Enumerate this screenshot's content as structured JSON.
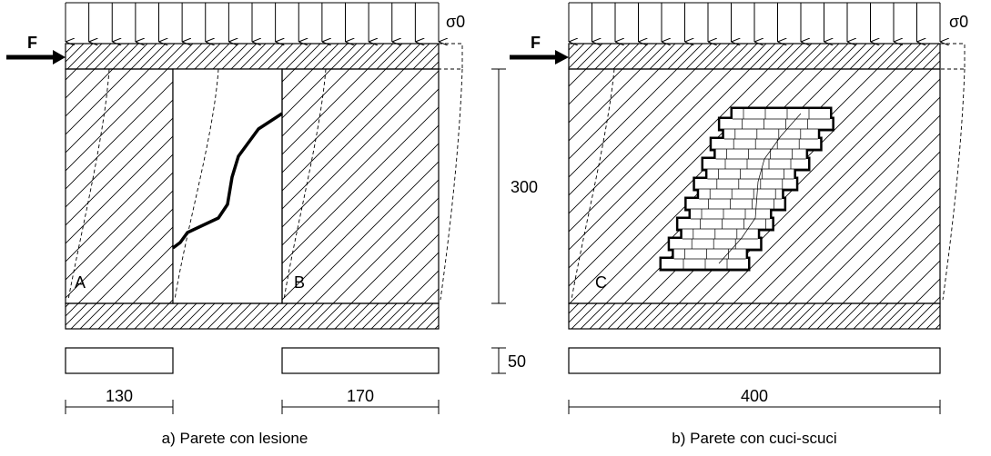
{
  "labels": {
    "force": "F",
    "sigma": "σ0",
    "pier_a": "A",
    "pier_b": "B",
    "pier_c": "C"
  },
  "dimensions": {
    "wall_height": "300",
    "beam_height": "50",
    "pier_a_width": "130",
    "pier_b_width": "170",
    "wall_width": "400"
  },
  "captions": {
    "left": "a) Parete con lesione",
    "right": "b) Parete con cuci-scuci"
  },
  "colors": {
    "line": "#000000",
    "background": "#ffffff"
  }
}
